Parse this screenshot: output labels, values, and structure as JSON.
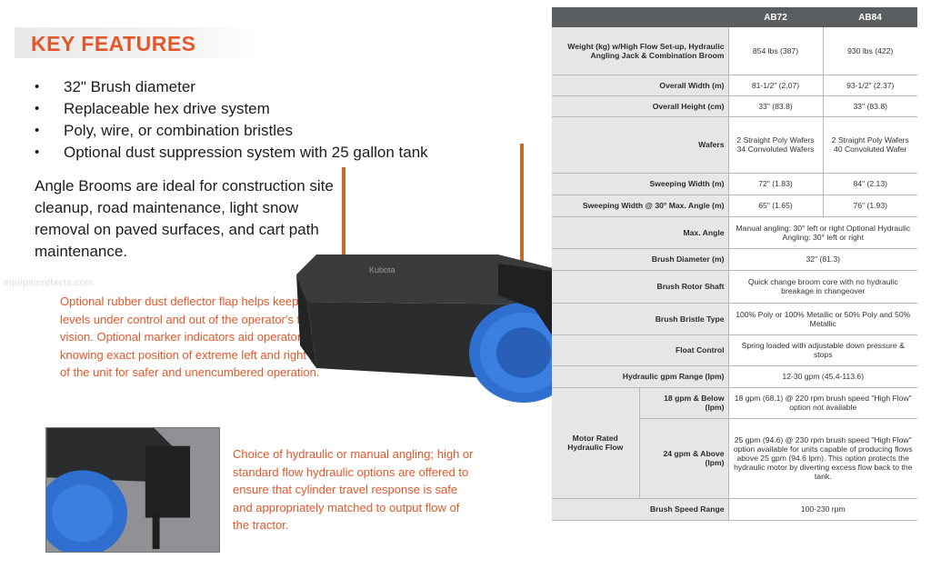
{
  "header": {
    "title": "KEY FEATURES"
  },
  "features": [
    "32\" Brush diameter",
    "Replaceable hex drive system",
    "Poly, wire, or combination bristles",
    "Optional dust suppression system with 25 gallon tank"
  ],
  "intro": "Angle Brooms are ideal for construction site cleanup, road maintenance, light snow removal on paved surfaces, and cart path maintenance.",
  "callouts": {
    "deflector": "Optional rubber dust deflector flap helps keep dust levels under control and out of the operator's field of vision. Optional marker indicators aid operator in knowing exact position of extreme left and right edges of the unit for safer and unencumbered operation.",
    "angling": "Choice of hydraulic or manual angling; high or standard flow hydraulic options are offered to ensure that cylinder travel response is safe and appropriately matched to output flow of the tractor."
  },
  "watermark": "equipmentfacts.com",
  "machine_logo": "Kubota",
  "colors": {
    "accent": "#e2582a",
    "table_header": "#5b5e61",
    "label_bg": "#e6e6e6",
    "bristle": "#2f6fd0"
  },
  "spec_table": {
    "columns": [
      "AB72",
      "AB84"
    ],
    "rows": {
      "weight": {
        "label": "Weight (kg) w/High Flow Set-up, Hydraulic Angling Jack & Combination Broom",
        "ab72": "854 lbs (387)",
        "ab84": "930 lbs (422)"
      },
      "overall_width": {
        "label": "Overall Width (m)",
        "ab72": "81-1/2\" (2.07)",
        "ab84": "93-1/2\" (2.37)"
      },
      "overall_height": {
        "label": "Overall Height (cm)",
        "ab72": "33\" (83.8)",
        "ab84": "33\" (83.8)"
      },
      "wafers": {
        "label": "Wafers",
        "ab72": "2 Straight Poly Wafers 34 Convoluted Wafers",
        "ab84": "2 Straight Poly Wafers 40 Convoluted Wafer"
      },
      "sweeping_width": {
        "label": "Sweeping Width (m)",
        "ab72": "72\" (1.83)",
        "ab84": "84\" (2.13)"
      },
      "sweeping_width_30": {
        "label": "Sweeping Width @ 30° Max. Angle (m)",
        "ab72": "65\" (1.65)",
        "ab84": "76\" (1.93)"
      },
      "max_angle": {
        "label": "Max. Angle",
        "value": "Manual angling: 30° left or right Optional Hydraulic Angling: 30° left or right"
      },
      "brush_diameter": {
        "label": "Brush Diameter (m)",
        "value": "32\" (81.3)"
      },
      "brush_rotor_shaft": {
        "label": "Brush Rotor Shaft",
        "value": "Quick change broom core with no hydraulic breakage in changeover"
      },
      "brush_bristle_type": {
        "label": "Brush Bristle Type",
        "value": "100% Poly or 100% Metallic or 50% Poly and 50% Metallic"
      },
      "float_control": {
        "label": "Float Control",
        "value": "Spring loaded with adjustable down pressure & stops"
      },
      "hydraulic_gpm": {
        "label": "Hydraulic gpm Range (lpm)",
        "value": "12-30 gpm (45.4-113.6)"
      },
      "motor_rated": {
        "label": "Motor Rated Hydraulic Flow",
        "below18": {
          "label": "18 gpm & Below (lpm)",
          "value": "18 gpm (68.1) @ 220 rpm brush speed \"High Flow\" option not available"
        },
        "above24": {
          "label": "24 gpm & Above (lpm)",
          "value": "25 gpm (94.6) @ 230 rpm brush speed \"High Flow\" option available for units capable of producing flows above 25 gpm (94.6 lpm). This option protects the hydraulic motor by diverting excess flow back to the tank."
        }
      },
      "brush_speed": {
        "label": "Brush Speed Range",
        "value": "100-230 rpm"
      }
    }
  }
}
